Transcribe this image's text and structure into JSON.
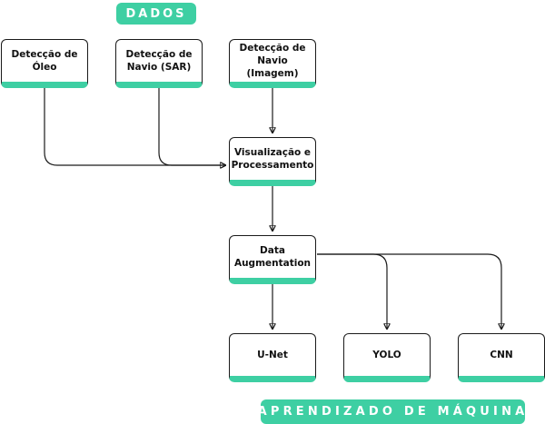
{
  "labels": {
    "data_section": "DADOS",
    "ml_section": "APRENDIZADO DE MÁQUINA"
  },
  "nodes": {
    "oil": "Detecção de\nÓleo",
    "ship_sar": "Detecção de\nNavio (SAR)",
    "ship_image": "Detecção de\nNavio (Imagem)",
    "viz": "Visualização e\nProcessamento",
    "augment": "Data\nAugmentation",
    "unet": "U-Net",
    "yolo": "YOLO",
    "cnn": "CNN"
  },
  "colors": {
    "accent": "#3ecfa3",
    "stroke": "#1a1a1a",
    "text": "#111111",
    "background": "#ffffff"
  }
}
